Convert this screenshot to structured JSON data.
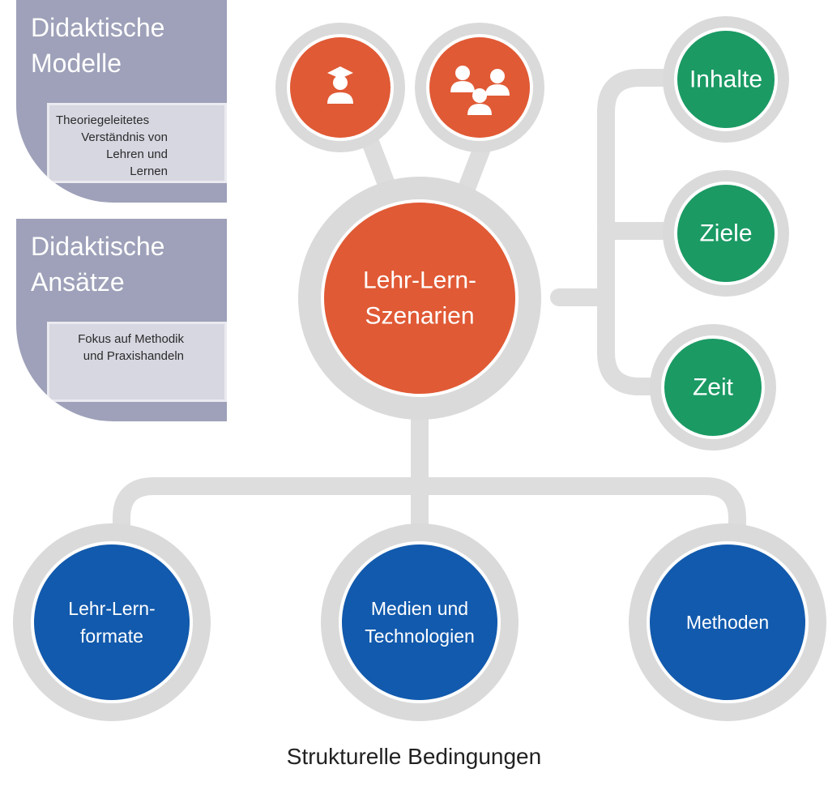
{
  "colors": {
    "connector": "#dddddd",
    "ring": "#dadada",
    "orange": "#e05a35",
    "green": "#1b9a64",
    "blue": "#125aad",
    "card": "#9ea1b9",
    "card_inner": "#d7d7e2"
  },
  "cards": [
    {
      "title_lines": [
        "Didaktische",
        "Modelle"
      ],
      "body_lines": [
        "Theoriegeleitetes",
        "Verständnis von",
        "Lehren und",
        "Lernen"
      ]
    },
    {
      "title_lines": [
        "Didaktische",
        "Ansätze"
      ],
      "body_lines": [
        "Fokus auf Methodik",
        "und Praxishandeln"
      ]
    }
  ],
  "center": {
    "label_lines": [
      "Lehr-Lern-",
      "Szenarien"
    ]
  },
  "top_nodes": [
    {
      "icon": "graduate-icon"
    },
    {
      "icon": "group-icon"
    }
  ],
  "right_nodes": [
    {
      "label": "Inhalte"
    },
    {
      "label": "Ziele"
    },
    {
      "label": "Zeit"
    }
  ],
  "bottom_nodes": [
    {
      "label_lines": [
        "Lehr-Lern-",
        "formate"
      ]
    },
    {
      "label_lines": [
        "Medien und",
        "Technologien"
      ]
    },
    {
      "label_lines": [
        "Methoden"
      ]
    }
  ],
  "footer": {
    "label": "Strukturelle Bedingungen"
  }
}
